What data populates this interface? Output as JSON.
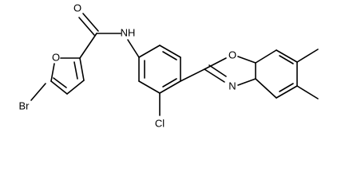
{
  "molecule": {
    "atoms": {
      "carbonyl_oxygen": "O",
      "amide_nitrogen": "NH",
      "furan_oxygen": "O",
      "bromine": "Br",
      "benzoxazole_oxygen": "O",
      "benzoxazole_nitrogen": "N",
      "chlorine": "Cl"
    },
    "colors": {
      "bonds": "#000000",
      "labels": "#000000",
      "background": "#ffffff"
    }
  }
}
